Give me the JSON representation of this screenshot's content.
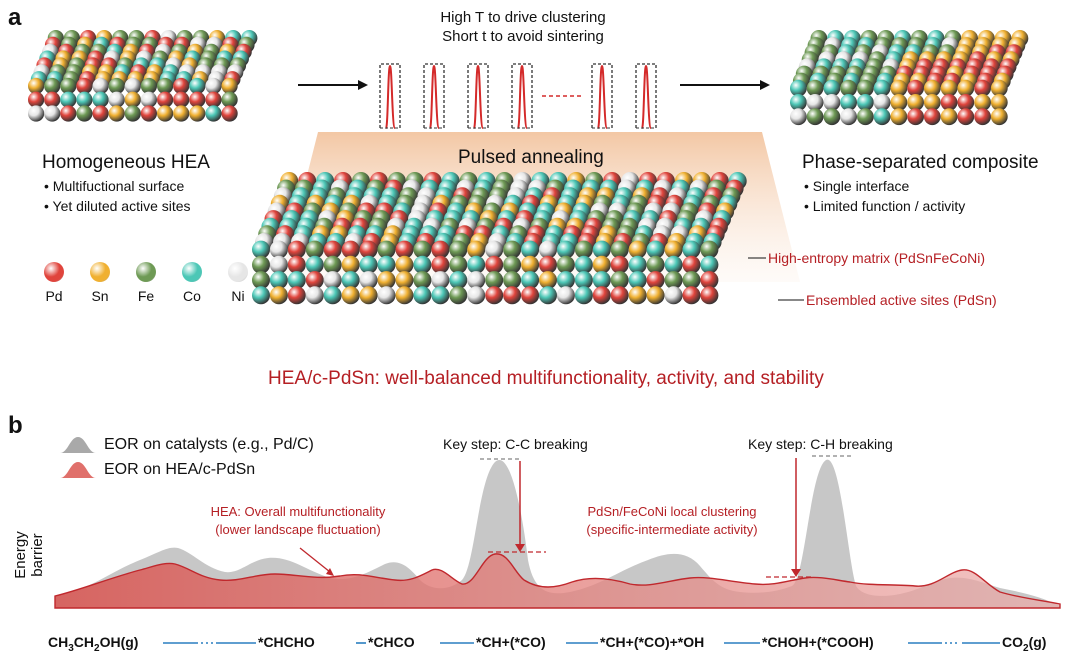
{
  "panel_a": {
    "label": "a",
    "left": {
      "title": "Homogeneous HEA",
      "bullets": [
        "• Multifuctional surface",
        "• Yet diluted active sites"
      ]
    },
    "right": {
      "title": "Phase-separated composite",
      "bullets": [
        "• Single interface",
        "• Limited function / activity"
      ]
    },
    "pulse_caption": [
      "High T to drive clustering",
      "Short t to avoid sintering"
    ],
    "center_banner": "Pulsed annealing",
    "callouts": [
      "High-entropy matrix (PdSnFeCoNi)",
      "Ensembled active sites (PdSn)"
    ],
    "bottom_caption": "HEA/c-PdSn: well-balanced multifunctionality, activity, and stability",
    "legend": [
      {
        "label": "Pd",
        "color": "#e0443c"
      },
      {
        "label": "Sn",
        "color": "#f0b030"
      },
      {
        "label": "Fe",
        "color": "#6e9a55"
      },
      {
        "label": "Co",
        "color": "#4cc7b6"
      },
      {
        "label": "Ni",
        "color": "#e6e6e6"
      }
    ]
  },
  "panel_b": {
    "label": "b",
    "legend": [
      {
        "label": "EOR on catalysts (e.g., Pd/C)",
        "color": "#a9a9a9"
      },
      {
        "label": "EOR on HEA/c-PdSn",
        "color": "#e0706b"
      }
    ],
    "y_axis_label": "Energy barrier",
    "key_steps": [
      "Key step: C-C breaking",
      "Key step: C-H breaking"
    ],
    "annotations": {
      "hea": [
        "HEA: Overall multifunctionality",
        "(lower landscape fluctuation)"
      ],
      "local": [
        "PdSn/FeCoNi local clustering",
        "(specific-intermediate activity)"
      ]
    },
    "pathway": {
      "start": {
        "main": "CH",
        "sub1": "3",
        "mid": "CH",
        "sub2": "2",
        "end": "OH(g)"
      },
      "steps": [
        "*CHCHO",
        "*CHCO",
        "*CH+(*CO)",
        "*CH+(*CO)+*OH",
        "*CHOH+(*COOH)"
      ],
      "final": {
        "main": "CO",
        "sub": "2",
        "end": "(g)"
      }
    }
  },
  "colors": {
    "accent_red": "#b51f24",
    "hea_fill": "#e0706b",
    "ref_fill": "#a9a9a9",
    "pathway_line": "#2a7fc0"
  }
}
